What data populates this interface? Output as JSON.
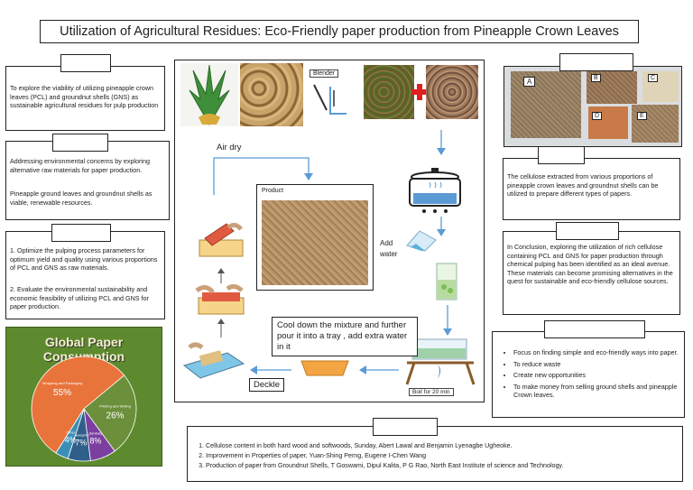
{
  "title": "Utilization of Agricultural Residues: Eco-Friendly paper production from Pineapple Crown Leaves",
  "left": {
    "objective_text": "To explore the viability of utilizing pineapple crown leaves (PCL) and groundnut shells (GNS) as sustainable agricultural residues for pulp production",
    "problem_p1": "Addressing environmental concerns by exploring alternative raw materials for paper production.",
    "problem_p2": "Pineapple ground leaves and groundnut shells as viable, renewable resources.",
    "aims_p1": "1. Optimize the pulping process parameters for optimum yield and quality using various proportions of PCL and GNS as raw materials.",
    "aims_p2": "2. Evaluate the environmental sustainability and economic feasibility of utilizing PCL and GNS for paper production."
  },
  "chart_data": {
    "type": "pie",
    "title": "Global Paper Consumption",
    "slices": [
      {
        "label": "Wrapping and Packaging",
        "value": 55,
        "color": "#e8743b"
      },
      {
        "label": "Printing and Writing",
        "value": 26,
        "color": "#6b8f3a"
      },
      {
        "label": "Sanitary",
        "value": 8,
        "color": "#7b3fa0"
      },
      {
        "label": "Newsprint",
        "value": 7,
        "color": "#2f5f8a"
      },
      {
        "label": "Other",
        "value": 4,
        "color": "#3a8fb7"
      }
    ],
    "display_values": [
      "55%",
      "26%",
      "8%",
      "7%",
      "4%"
    ],
    "display_labels": [
      "Wrapping and Packaging",
      "Printing and Writing",
      "Sanitary",
      "Newsprint",
      "Other"
    ]
  },
  "process": {
    "blender_label": "Blender",
    "air_dry_label": "Air dry",
    "product_label": "Product",
    "add_water_label": "Add water",
    "cool_down_text": "Cool down the mixture and further pour it into a tray , add extra water in it",
    "deckle_label": "Deckle",
    "boil_label": "Boil for 20 min"
  },
  "samples": {
    "labels": [
      "A",
      "B",
      "C",
      "D",
      "E"
    ]
  },
  "right": {
    "cellulose_text": "The cellulose extracted from various proportions of pineapple crown leaves and groundnut shells can be utilized to prepare different types of papers.",
    "conclusion_text": "In Conclusion, exploring the utilization of rich cellulose containing PCL and GNS for paper production through chemical pulping has been identified as an ideal avenue. These materials can become promising alternatives in the quest for sustainable and eco-friendly cellulose sources.",
    "future": [
      "Focus on finding simple and eco-friendly ways into paper.",
      "To reduce waste",
      "Create new opportunities",
      "To make money from selling ground shells and pineapple Crown leaves."
    ]
  },
  "references": [
    "Cellulose content in both hard wood and softwoods, Sunday, Abert Lawal and Benjamin Lyenagbe Ugheoke.",
    "Improvement in Properties of paper, Yuan-Shing Perng, Eugene I-Chen Wang",
    "Production of paper from Groundnut Shells, T Goswami, Dipul Kalita, P G Rao, North East Institute of science and Technology."
  ]
}
